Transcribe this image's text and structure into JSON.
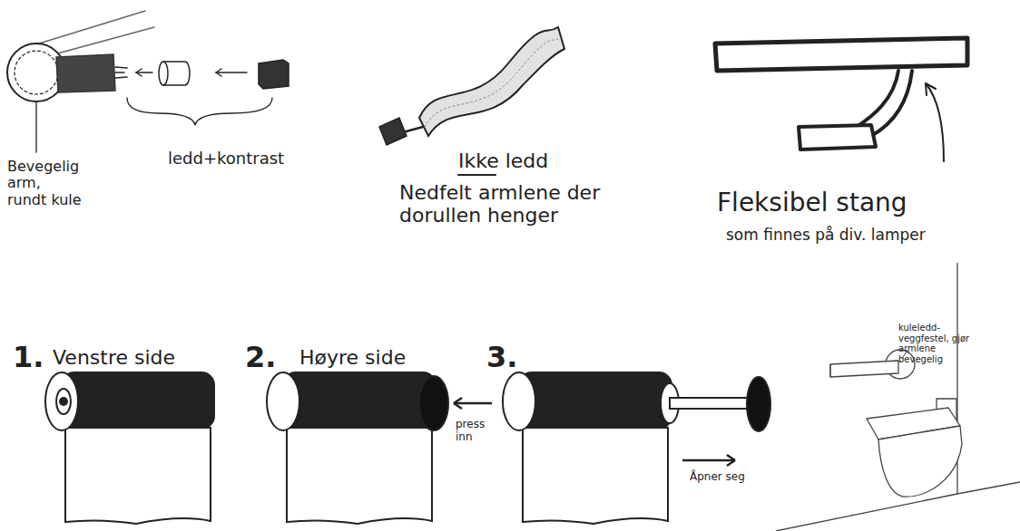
{
  "diagram": {
    "labels": [
      "Bevegelig arm, rundt kule",
      "ledd+kontrast",
      "Ikke ledd",
      "Nedfelt armlene der dorullen henger",
      "Fleksibel stang",
      "som finnes på div. lamper",
      "1.",
      "Venstre side",
      "2.",
      "Høyre side",
      "press inn",
      "3.",
      "Åpner seg",
      "kuleledd-veggfestel, gjør armlene bevegelig"
    ]
  }
}
